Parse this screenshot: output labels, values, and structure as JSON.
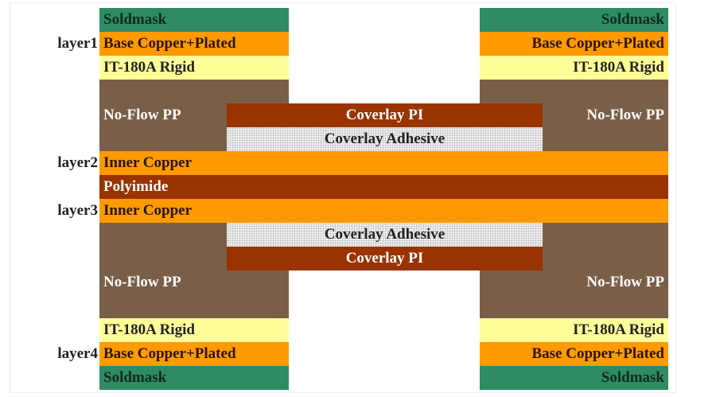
{
  "colors": {
    "soldmask": "#2e8b64",
    "copper": "#ff9a00",
    "rigid": "#ffff99",
    "no_flow_pp": "#7a5f48",
    "polyimide": "#993300",
    "adhesive": "#f2f2f2"
  },
  "layer_labels": [
    "layer1",
    "layer2",
    "layer3",
    "layer4"
  ],
  "left_stack": {
    "top": [
      "Soldmask",
      "Base Copper+Plated",
      "IT-180A Rigid",
      "No-Flow PP"
    ],
    "bottom": [
      "No-Flow PP",
      "IT-180A Rigid",
      "Base Copper+Plated",
      "Soldmask"
    ]
  },
  "right_stack": {
    "top": [
      "Soldmask",
      "Base Copper+Plated",
      "IT-180A Rigid",
      "No-Flow PP"
    ],
    "bottom": [
      "No-Flow PP",
      "IT-180A Rigid",
      "Base Copper+Plated",
      "Soldmask"
    ]
  },
  "flex_core": {
    "upper_coverlay": [
      "Coverlay PI",
      "Coverlay Adhesive"
    ],
    "inner_copper_top": "Inner Copper",
    "polyimide": "Polyimide",
    "inner_copper_bottom": "Inner Copper",
    "lower_coverlay": [
      "Coverlay Adhesive",
      "Coverlay PI"
    ]
  }
}
